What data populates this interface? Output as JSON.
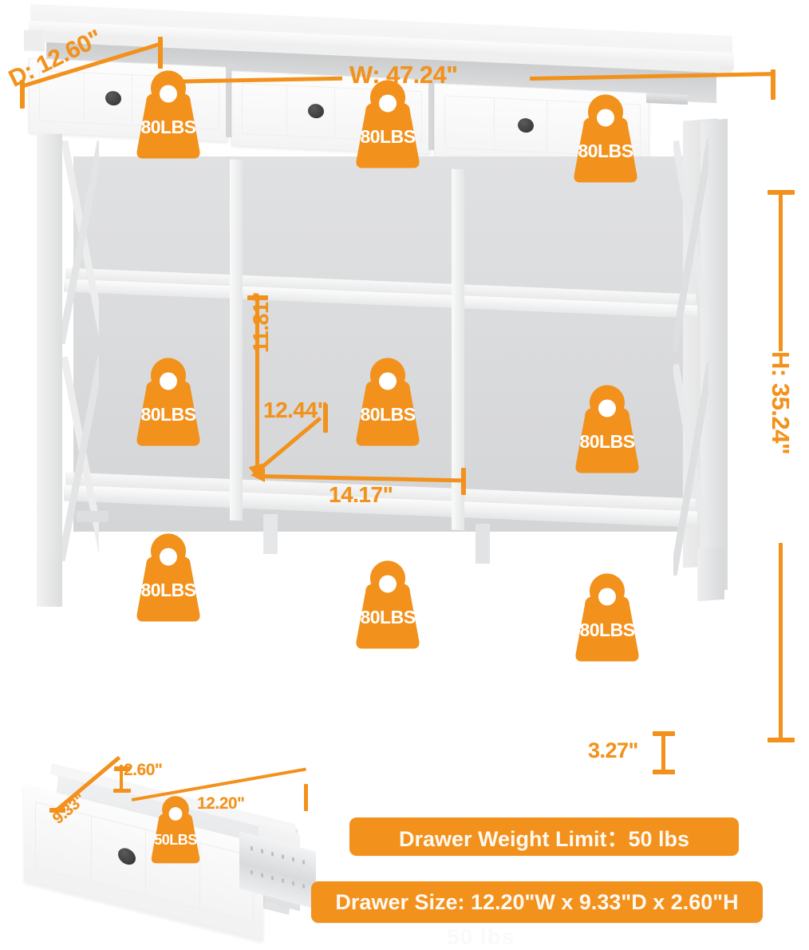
{
  "product": {
    "type": "console-table-with-drawers-and-cubes",
    "overall_dimensions": {
      "width_label": "W: 47.24\"",
      "depth_label": "D: 12.60\"",
      "height_label": "H: 35.24\""
    },
    "cube_dimensions": {
      "height_label": "11.81\"",
      "depth_label": "12.44\"",
      "width_label": "14.17\""
    },
    "clearance": {
      "leg_height_label": "3.27\""
    },
    "drawer_detail": {
      "depth_label": "9.33\"",
      "height_label": "2.60\"",
      "width_label": "12.20\"",
      "weight_label": "50LBS"
    }
  },
  "weights": {
    "shelf_label": "80LBS",
    "drawer_label": "50LBS",
    "top": [
      {
        "label": "80LBS"
      },
      {
        "label": "80LBS"
      },
      {
        "label": "80LBS"
      }
    ],
    "middle_shelf": [
      {
        "label": "80LBS"
      },
      {
        "label": "80LBS"
      },
      {
        "label": "80LBS"
      }
    ],
    "bottom_shelf": [
      {
        "label": "80LBS"
      },
      {
        "label": "80LBS"
      },
      {
        "label": "80LBS"
      }
    ]
  },
  "banners": [
    {
      "id": "drawer-weight-limit",
      "text": "Drawer Weight Limit：50 lbs"
    },
    {
      "id": "drawer-size",
      "text": "Drawer Size: 12.20\"W x 9.33\"D x 2.60\"H"
    }
  ],
  "watermark": {
    "text": "50 lbs"
  },
  "colors": {
    "accent_orange": "#F2911B",
    "banner_text": "#FFF9F2",
    "furniture_white": "#FDFDFD",
    "furniture_shadow": "#D8D9DA",
    "background": "#FFFFFF",
    "knob_dark": "#3C3C3C"
  }
}
